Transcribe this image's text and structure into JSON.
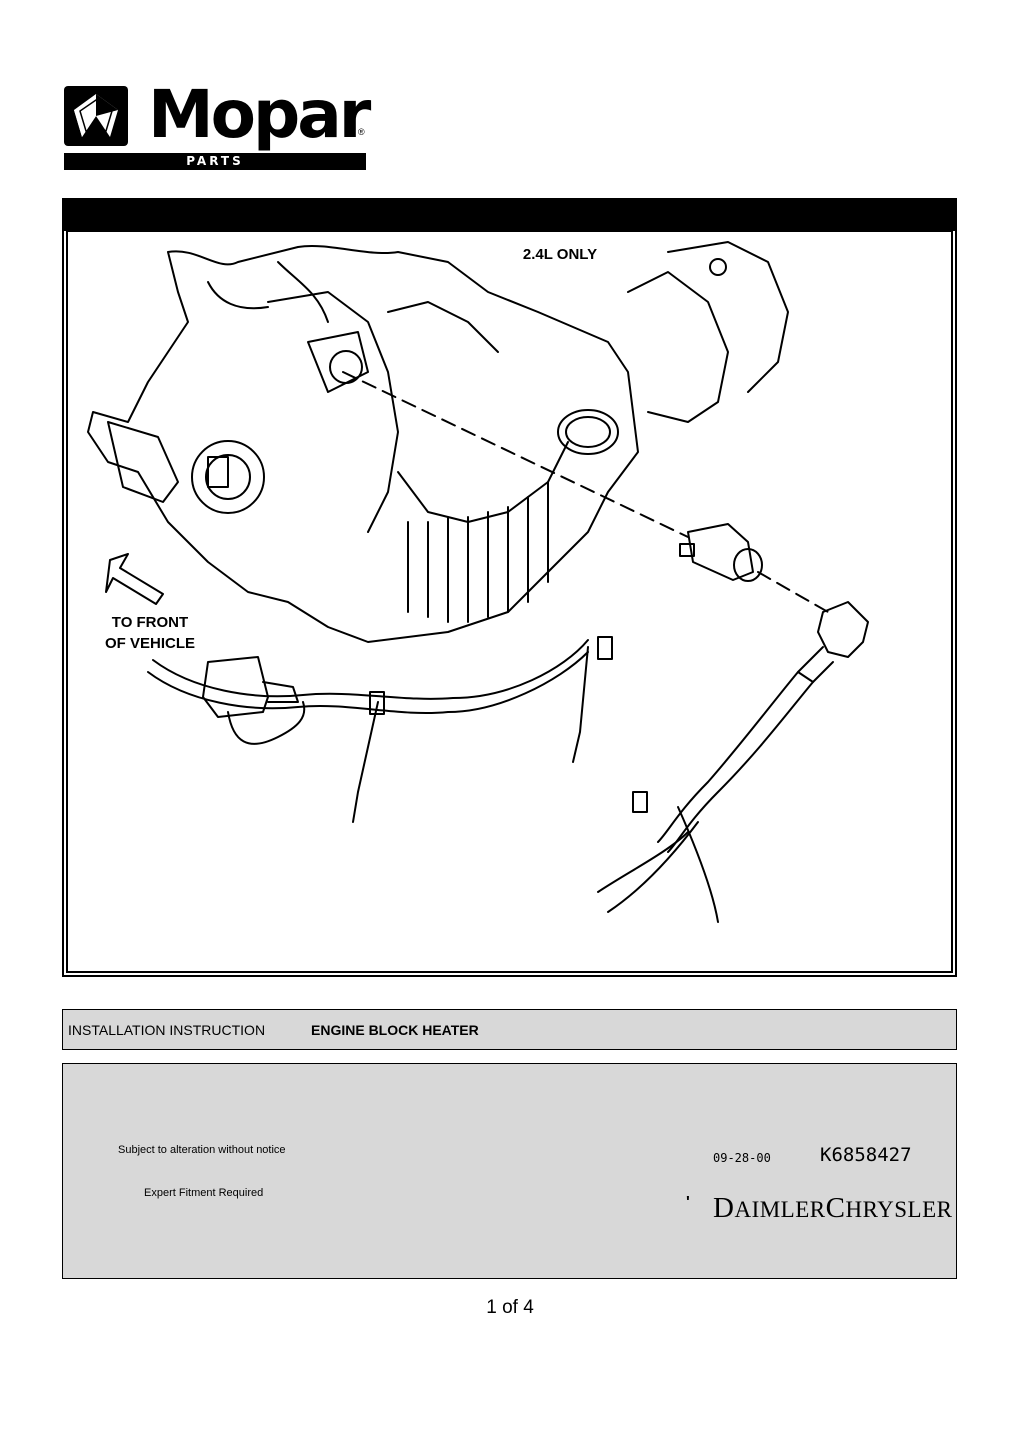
{
  "logo": {
    "brand": "Mopar",
    "registered_mark": "®",
    "sub_label": "PARTS"
  },
  "figure": {
    "engine_label": "2.4L ONLY",
    "direction_label_line1": "TO FRONT",
    "direction_label_line2": "OF VEHICLE"
  },
  "title_bar": {
    "label": "INSTALLATION INSTRUCTION",
    "value": "ENGINE BLOCK HEATER"
  },
  "footer": {
    "notice_alteration": "Subject to alteration without notice",
    "notice_fitment": "Expert Fitment Required",
    "date": "09-28-00",
    "part_number": "K6858427",
    "tick_mark": "'",
    "company_d": "D",
    "company_aimler": "AIMLER",
    "company_c": "C",
    "company_hrysler": "HRYSLER"
  },
  "page": {
    "number": "1 of 4"
  }
}
